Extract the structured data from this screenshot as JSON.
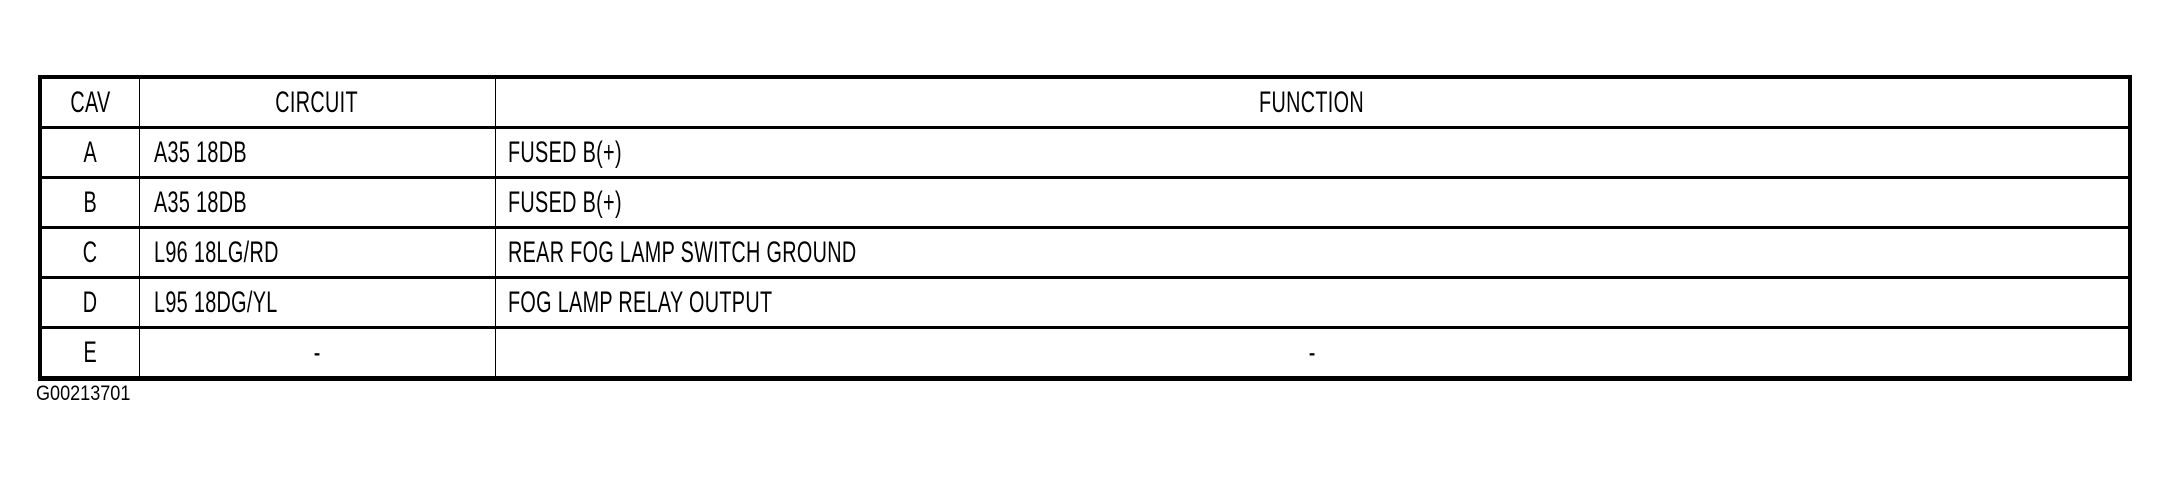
{
  "table": {
    "headers": {
      "cav": "CAV",
      "circuit": "CIRCUIT",
      "function": "FUNCTION"
    },
    "rows": [
      {
        "cav": "A",
        "circuit": "A35 18DB",
        "function": "FUSED B(+)"
      },
      {
        "cav": "B",
        "circuit": "A35 18DB",
        "function": "FUSED B(+)"
      },
      {
        "cav": "C",
        "circuit": "L96 18LG/RD",
        "function": "REAR FOG LAMP SWITCH GROUND"
      },
      {
        "cav": "D",
        "circuit": "L95 18DG/YL",
        "function": "FOG LAMP RELAY OUTPUT"
      },
      {
        "cav": "E",
        "circuit": "-",
        "function": "-"
      }
    ]
  },
  "figure_id": "G00213701"
}
